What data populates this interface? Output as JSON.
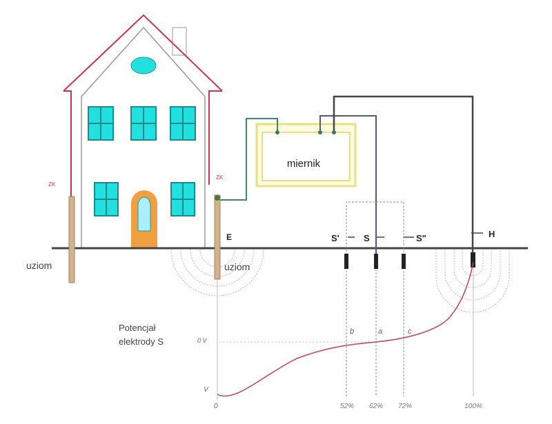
{
  "labels": {
    "zk_left": "ZK",
    "zk_right": "ZK",
    "uziom_left": "uziom",
    "uziom_right": "uziom",
    "electrode_e": "E",
    "meter": "miernik",
    "probe_s1": "S'",
    "probe_s": "S",
    "probe_s2": "S\"",
    "probe_h": "H",
    "potential_line1": "Potencjał",
    "potential_line2": "elektrody S",
    "axis_uv": "0 V",
    "axis_v": "V",
    "axis_zero": "0",
    "point_b": "b",
    "point_a": "a",
    "point_c": "c",
    "pct_s1": "52%",
    "pct_s": "62%",
    "pct_s2": "72%",
    "pct_h": "100%"
  },
  "colors": {
    "window": "#22e0e0",
    "door": "#f0a040",
    "wire_red": "#d03050",
    "meter_border": "#e8e080",
    "curve": "#c04050",
    "rod": "#d2b48c"
  }
}
